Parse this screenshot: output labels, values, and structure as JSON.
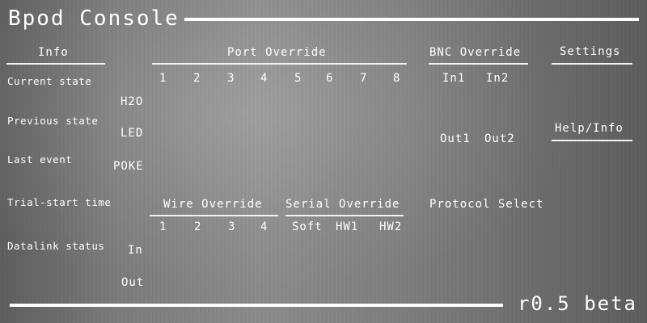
{
  "app": {
    "title": "Bpod Console",
    "version": "r0.5 beta"
  },
  "info": {
    "heading": "Info",
    "labels": [
      "Current state",
      "Previous state",
      "Last event",
      "Trial-start time",
      "Datalink status"
    ]
  },
  "manual": {
    "h2o": "H2O",
    "led": "LED",
    "poke": "POKE",
    "in": "In",
    "out": "Out"
  },
  "port_override": {
    "heading": "Port Override",
    "ports": [
      "1",
      "2",
      "3",
      "4",
      "5",
      "6",
      "7",
      "8"
    ]
  },
  "bnc_override": {
    "heading": "BNC Override",
    "in1": "In1",
    "in2": "In2",
    "out1": "Out1",
    "out2": "Out2"
  },
  "settings": {
    "heading": "Settings"
  },
  "help": {
    "label": "Help/Info"
  },
  "wire_override": {
    "heading": "Wire Override",
    "wires": [
      "1",
      "2",
      "3",
      "4"
    ]
  },
  "serial_override": {
    "heading": "Serial Override",
    "soft": "Soft",
    "hw1": "HW1",
    "hw2": "HW2"
  },
  "protocol": {
    "label": "Protocol Select"
  }
}
